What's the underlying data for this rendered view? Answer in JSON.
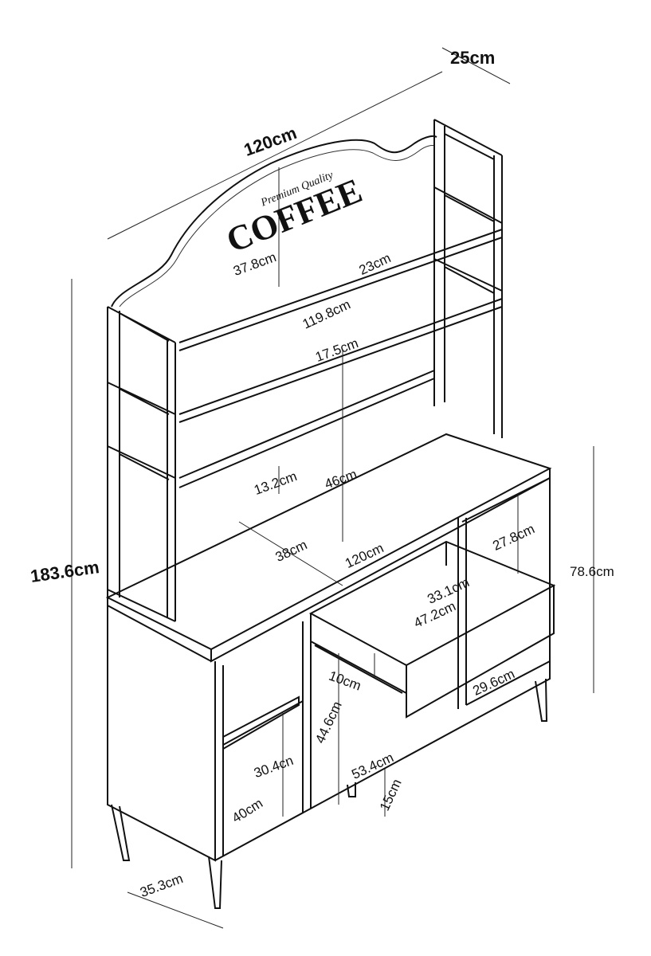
{
  "logo": {
    "tagline": "Premium Quality",
    "word": "COFFEE"
  },
  "dimensions": {
    "depth_top": "25cm",
    "width_top": "120cm",
    "total_height": "183.6cm",
    "sign_height": "37.8cm",
    "top_shelf_depth": "23cm",
    "top_shelf_width": "119.8cm",
    "shelf_gap_1": "17.5cm",
    "shelf_gap_2": "13.2cm",
    "hutch_height": "46cm",
    "cabinet_depth": "38cm",
    "cabinet_width": "120cm",
    "side_compartment_height": "27.8cm",
    "cabinet_height": "78.6cm",
    "drawer_depth": "33.1cm",
    "drawer_width": "47.2cm",
    "drawer_height": "10cm",
    "lower_right_width": "29.6cm",
    "middle_height": "44.6cm",
    "left_shelf_gap": "30.4cn",
    "bottom_width": "53.4cm",
    "left_depth": "40cm",
    "leg_height": "15cm",
    "overall_depth": "35.3cm"
  }
}
